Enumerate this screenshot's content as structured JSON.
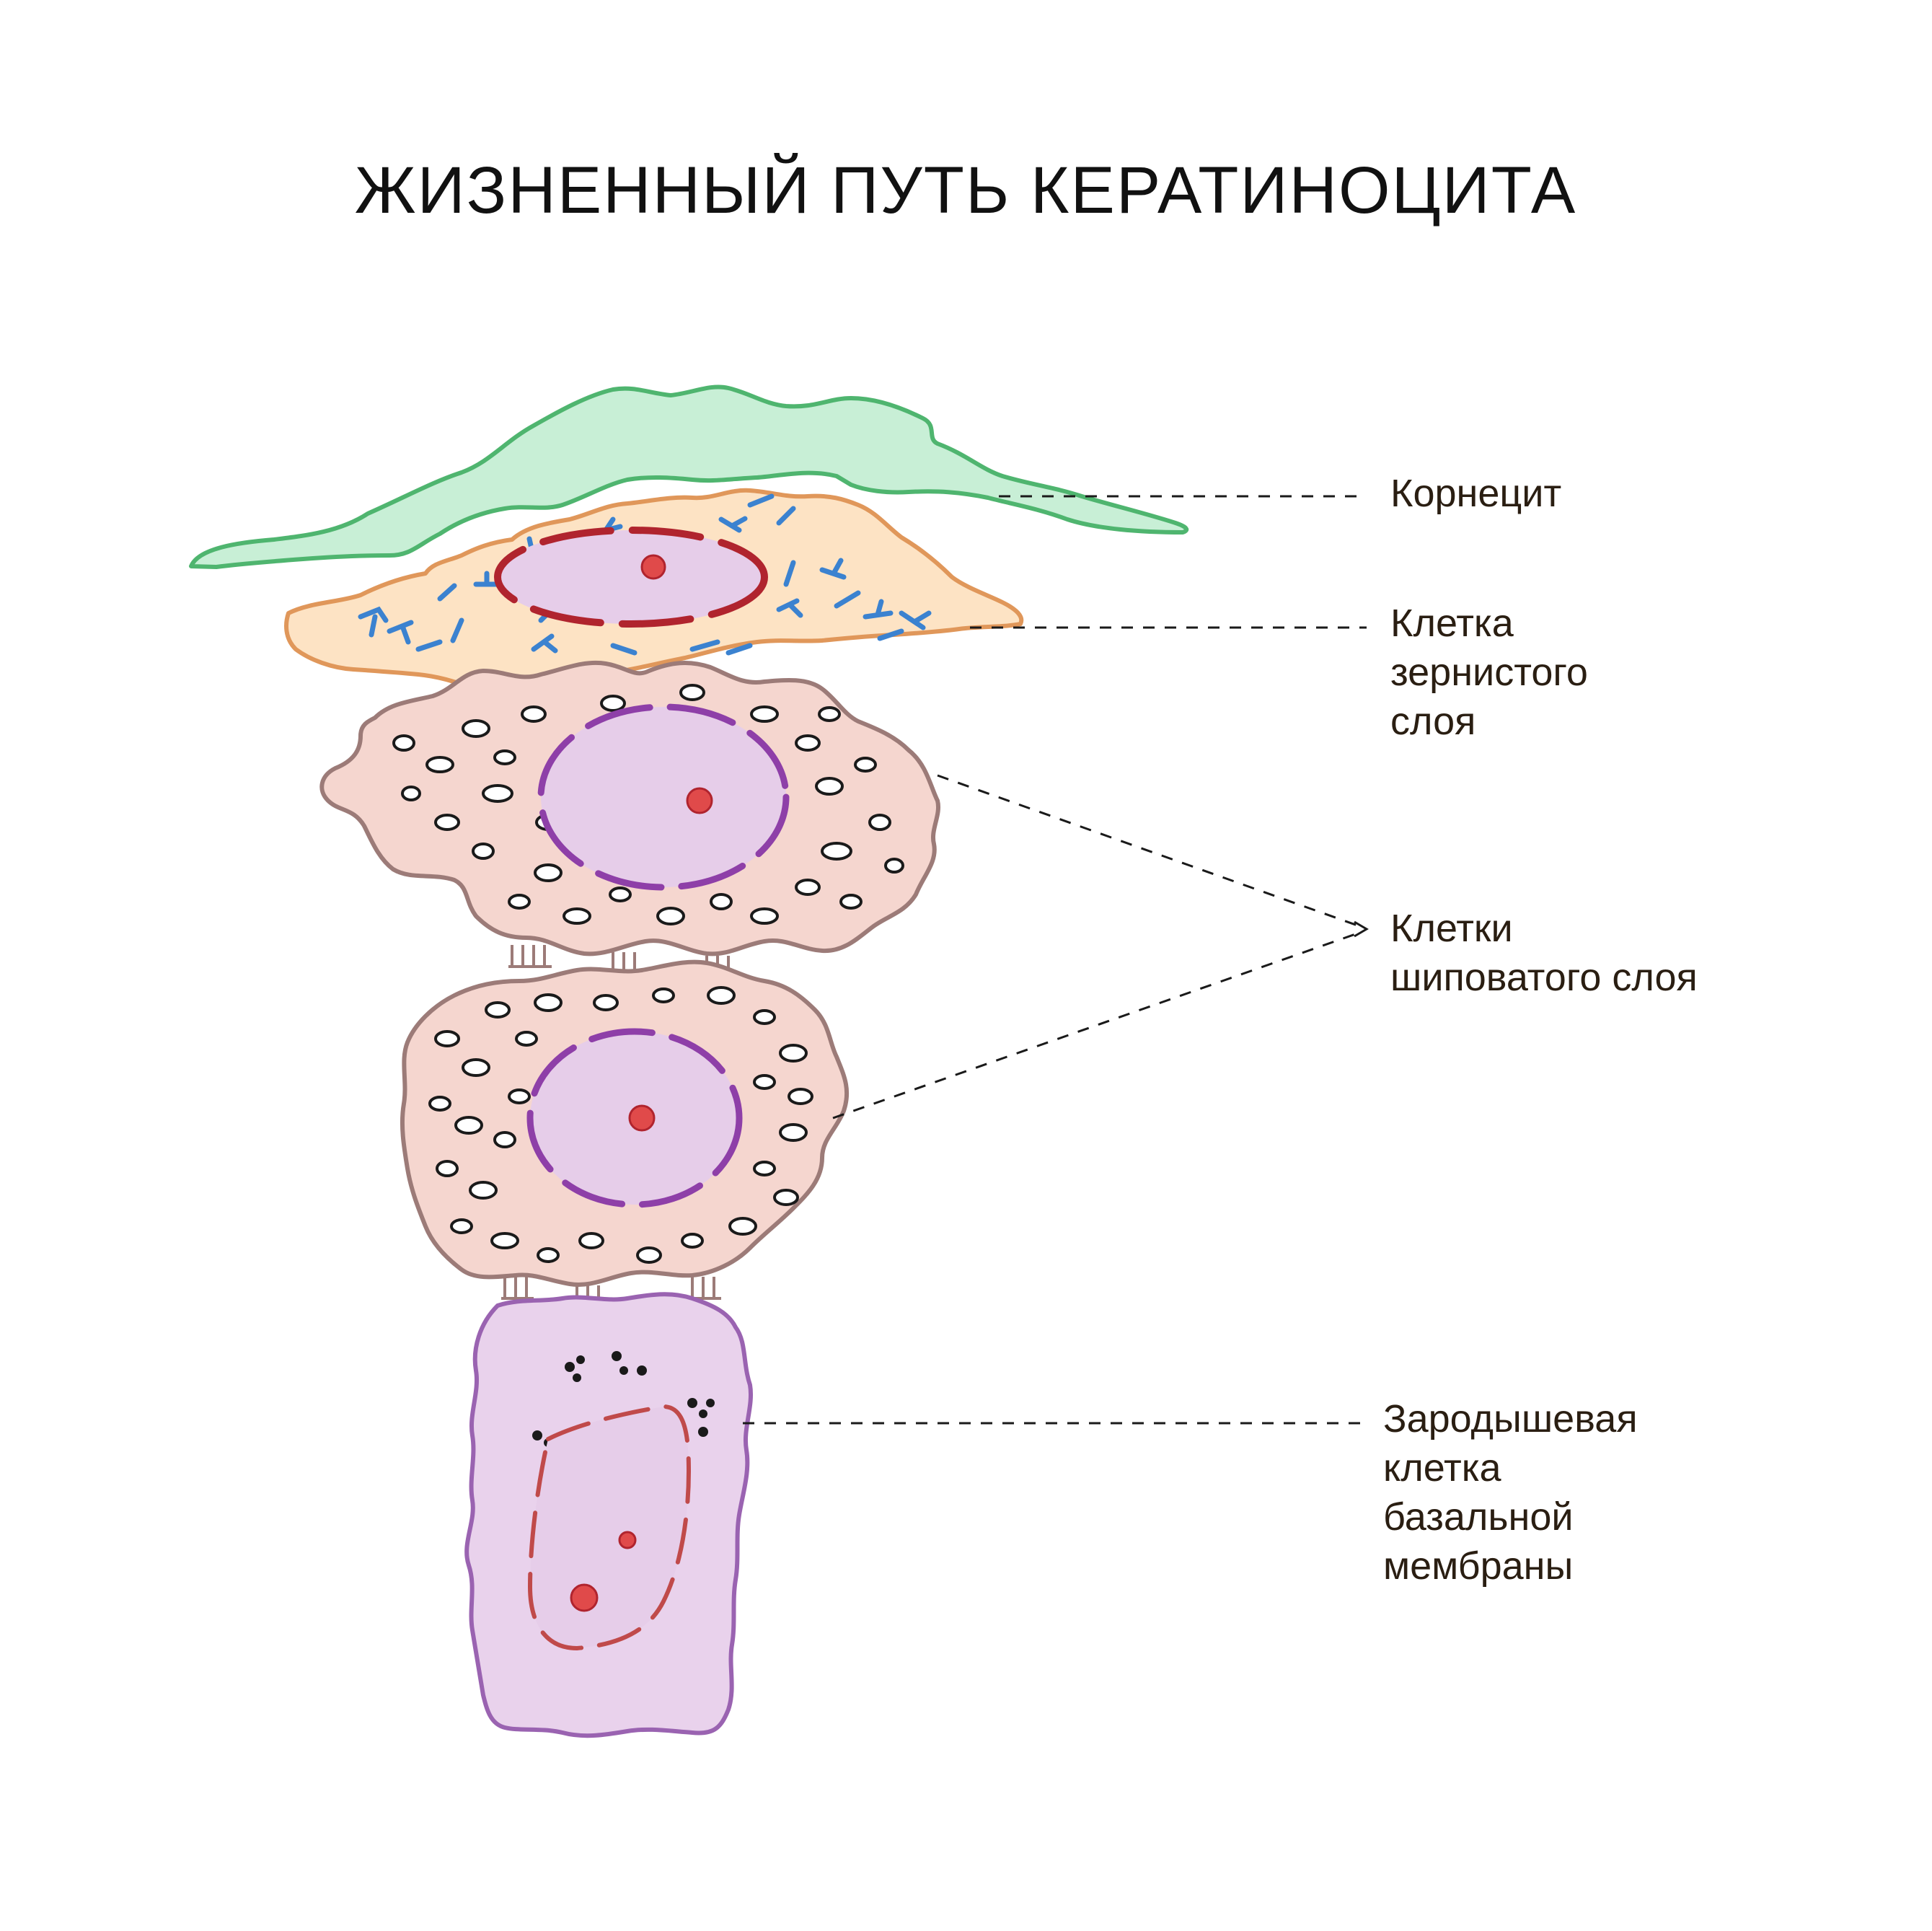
{
  "title": "ЖИЗНЕННЫЙ ПУТЬ КЕРАТИНОЦИТА",
  "labels": {
    "corneocyte": [
      "Корнецит"
    ],
    "granular": [
      "Клетка",
      "зернистого",
      "слоя"
    ],
    "spinous": [
      "Клетки",
      "шиповатого слоя"
    ],
    "basal": [
      "Зародышевая",
      "клетка",
      "базальной",
      "мембраны"
    ]
  },
  "colors": {
    "corneocyte_fill": "#c8efd6",
    "corneocyte_stroke": "#4fb56f",
    "granular_fill": "#fde3c4",
    "granular_stroke": "#e0975a",
    "keratin_fibers": "#3b82d0",
    "spinous_fill": "#f5d6cf",
    "spinous_stroke": "#9c7b78",
    "basal_fill": "#e9d2ec",
    "basal_stroke": "#9a63b1",
    "nucleus_fill": "#e6cde9",
    "nucleus_membrane_purple": "#8e3fa8",
    "nucleus_membrane_red": "#b0242e",
    "nucleolus": "#e04a4a"
  }
}
